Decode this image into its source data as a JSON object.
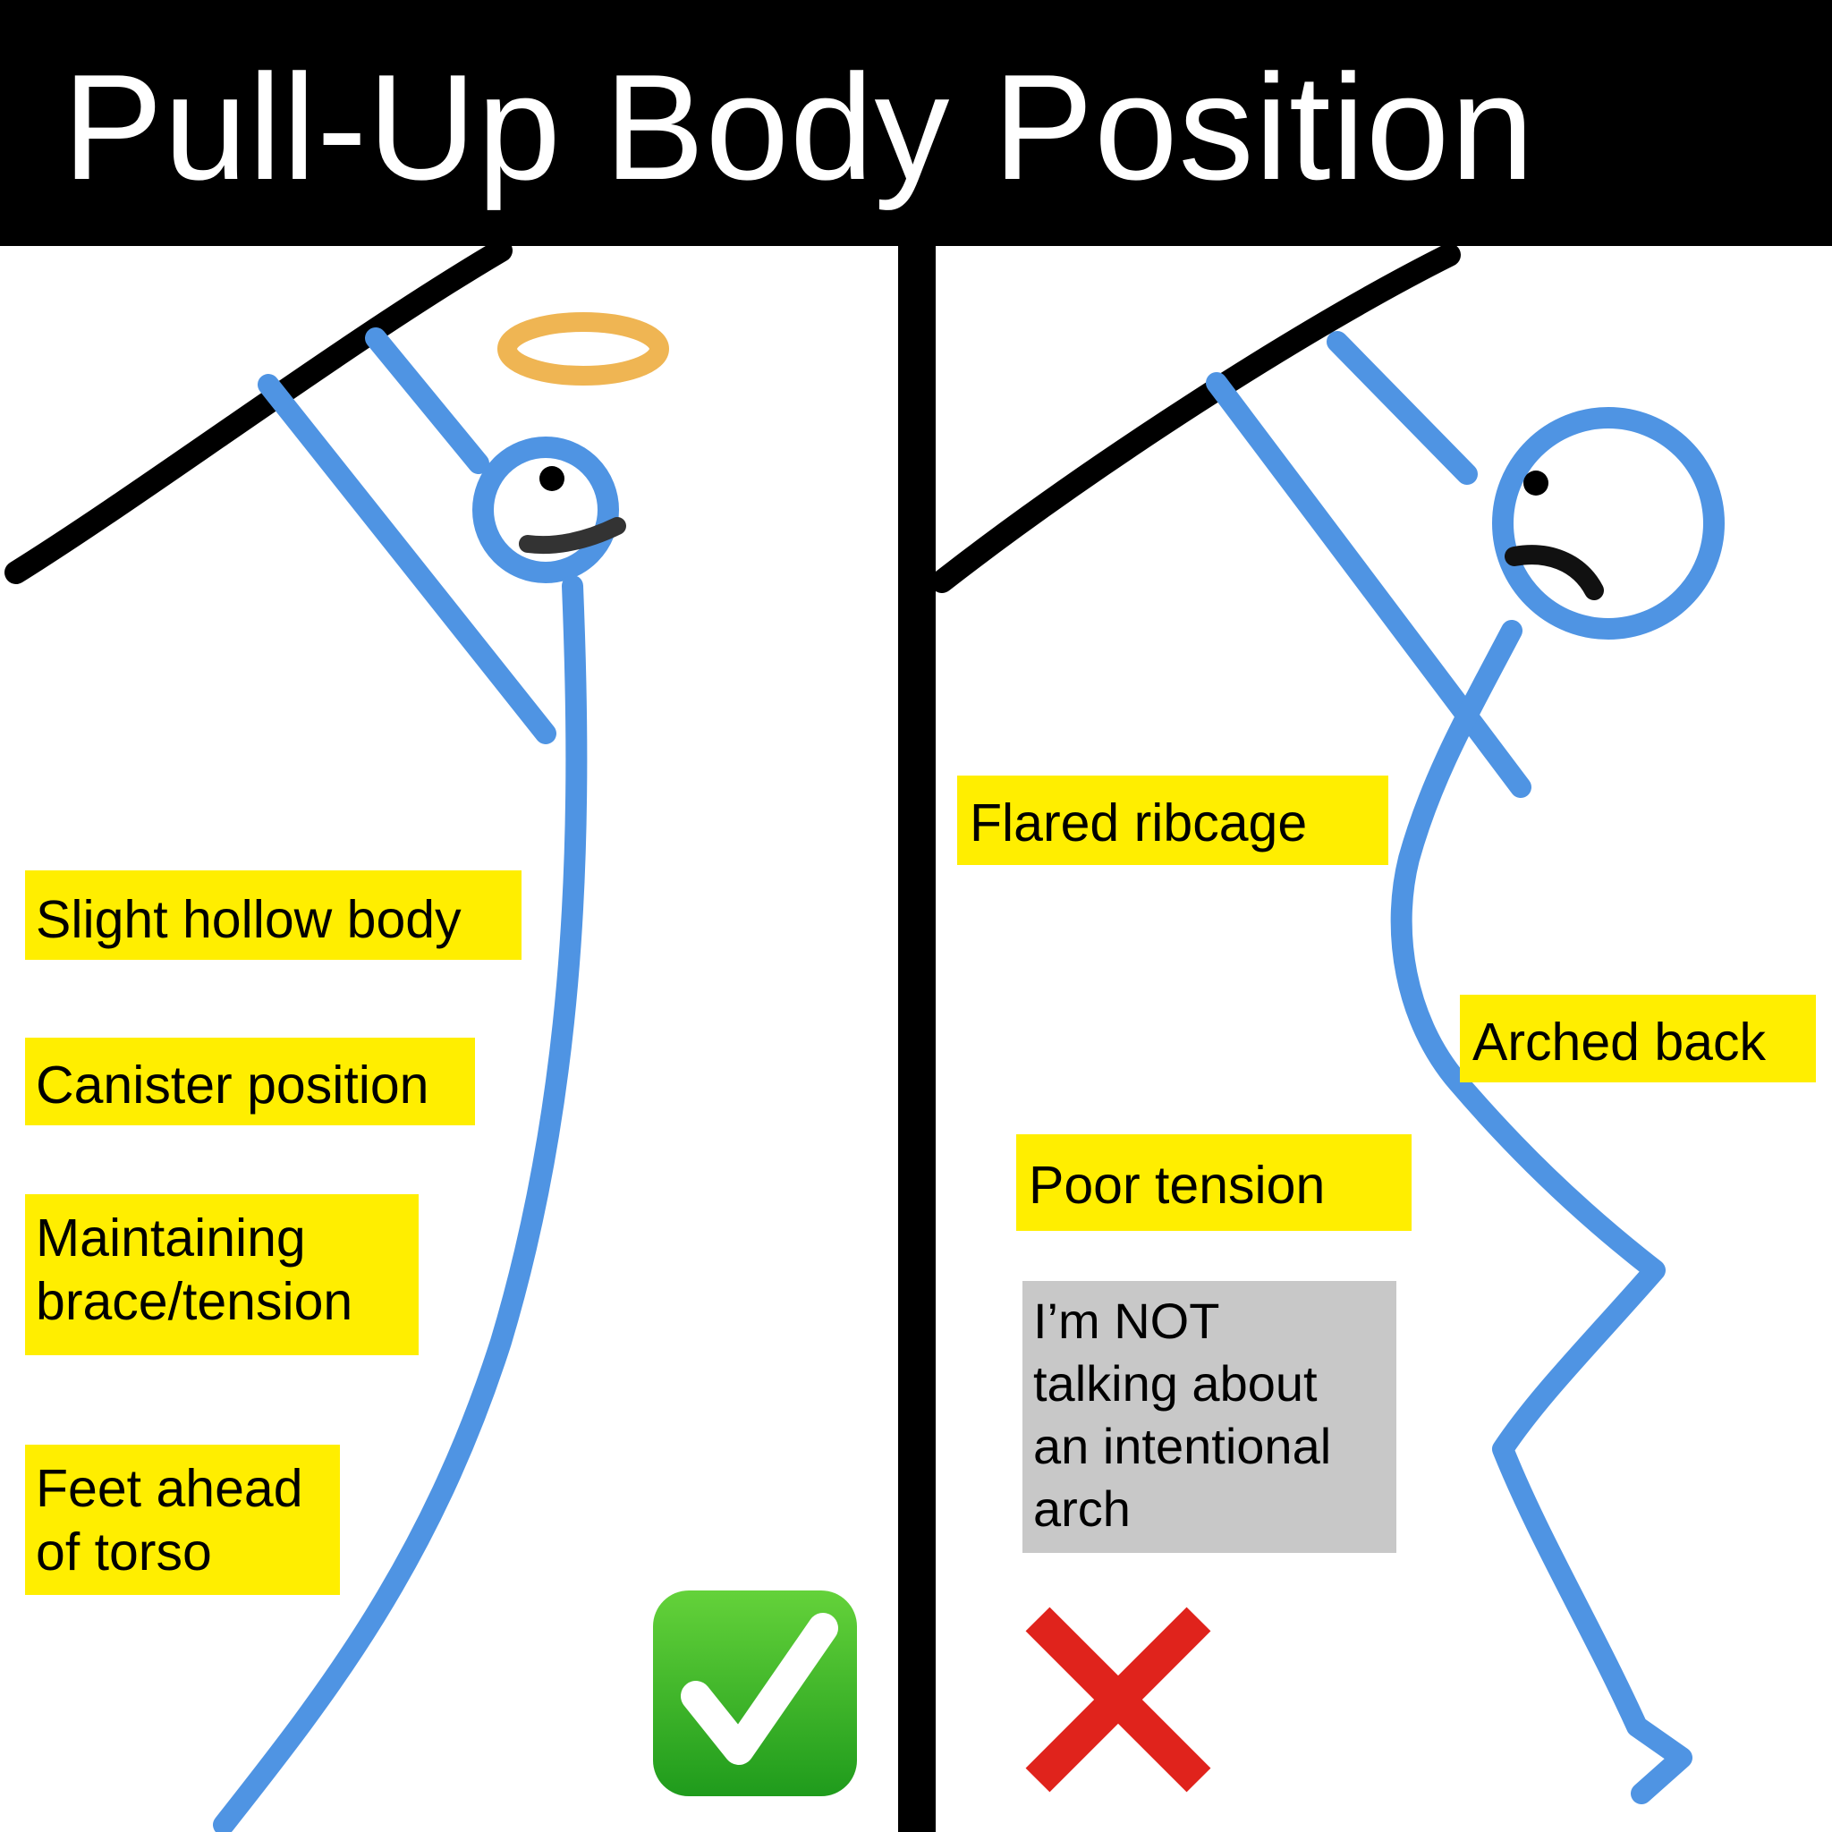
{
  "title": "Pull-Up Body Position",
  "colors": {
    "header_bg": "#000000",
    "title_text": "#ffffff",
    "stick_figure": "#4f94e3",
    "bar": "#000000",
    "halo": "#efb553",
    "label_highlight": "#ffee00",
    "note_bg": "#c8c8c8",
    "check_green": "#2fb02a",
    "cross_red": "#e0231c"
  },
  "good": {
    "labels": {
      "hollow": "Slight hollow body",
      "canister": "Canister position",
      "brace_line1": "Maintaining",
      "brace_line2": "brace/tension",
      "feet_line1": "Feet ahead",
      "feet_line2": "of torso"
    },
    "verdict_icon": "check-mark-icon"
  },
  "bad": {
    "labels": {
      "ribcage": "Flared ribcage",
      "arched": "Arched back",
      "tension": "Poor tension"
    },
    "note": {
      "line1": "I’m NOT",
      "line2": "talking about",
      "line3": "an intentional",
      "line4": "arch"
    },
    "verdict_icon": "cross-mark-icon"
  }
}
